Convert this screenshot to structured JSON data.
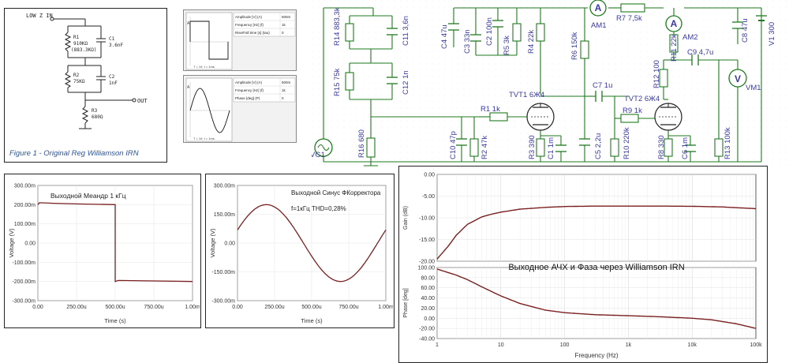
{
  "fig1": {
    "title": "Figure 1 - Original Reg Williamson IRN",
    "input_label": "LOW Z IN",
    "output_label": "OUT",
    "r1": [
      "R1",
      "910KΩ",
      "(883.3KΩ)"
    ],
    "c1": [
      "C1",
      "3.6nF"
    ],
    "r2": [
      "R2",
      "75KΩ"
    ],
    "c2": [
      "C2",
      "1nF"
    ],
    "r3": [
      "R3",
      "680Ω"
    ]
  },
  "generator_square": {
    "rows": [
      {
        "k": "Amplitude [V] (A)",
        "v": "500m"
      },
      {
        "k": "Frequency [Hz] (f)",
        "v": "1k"
      },
      {
        "k": "Rise/Fall time [s] (tau)",
        "v": "0"
      }
    ],
    "formula": "T = 1/f, t = 1ms"
  },
  "generator_sine": {
    "rows": [
      {
        "k": "Amplitude [V] (A)",
        "v": "500m"
      },
      {
        "k": "Frequency [Hz] (f)",
        "v": "1k"
      },
      {
        "k": "Phase [deg] (P)",
        "v": "0"
      }
    ],
    "formula": "T = 1/f, t = 1ms"
  },
  "schematic": {
    "labels": {
      "r14": "R14 883,3k",
      "c11": "C11 3,6n",
      "r15": "R15 75k",
      "c12": "C12 1n",
      "r16": "R16 680",
      "vg1": "VG1",
      "c4": "C4 47u",
      "c3": "C3 33n",
      "c2": "C2 100n",
      "r5": "R5 3k",
      "r4": "R4 22k",
      "r6": "R6 150k",
      "am1": "AM1",
      "r7": "R7 7,5k",
      "am2": "AM2",
      "c8": "C8 47u",
      "v1": "V1 300",
      "r11": "R11 22k",
      "c9": "C9 4,7u",
      "r12": "R12 100",
      "vm1": "VM1",
      "c7": "C7 1u",
      "tvt1": "TVT1 6Ж4",
      "tvt2": "TVT2 6Ж4",
      "r1": "R1 1k",
      "r9": "R9 1k",
      "c10": "C10 47p",
      "r2": "R2 47k",
      "r3": "R3 390",
      "c1": "C1 1m",
      "c5": "C5 2,2u",
      "r10": "R10 220k",
      "r8": "R8 330",
      "c6": "C6 1m",
      "r13": "R13 100k"
    }
  },
  "chart_data": [
    {
      "type": "line",
      "title": "Выходной Меандр 1 кГц",
      "xlabel": "Time (s)",
      "ylabel": "Voltage (V)",
      "xlim": [
        0,
        0.001
      ],
      "ylim": [
        -0.3,
        0.3
      ],
      "xticks": [
        "0.00",
        "250.00u",
        "500.00u",
        "750.00u",
        "1.00m"
      ],
      "yticks": [
        "300.00m",
        "200.00m",
        "100.00m",
        "0.00",
        "-100.00m",
        "-200.00m",
        "-300.00m"
      ],
      "x": [
        0,
        1e-05,
        0.0001,
        0.0003,
        0.0005,
        0.0005,
        0.00052,
        0.0007,
        0.001
      ],
      "y": [
        0.2,
        0.21,
        0.207,
        0.203,
        0.2,
        -0.2,
        -0.195,
        -0.197,
        -0.2
      ]
    },
    {
      "type": "line",
      "title": "Выходной Синус ФКорректора",
      "annotation": "f=1кГц    THD=0,28%",
      "xlabel": "Time (s)",
      "ylabel": "Voltage (V)",
      "xlim": [
        0,
        0.001
      ],
      "ylim": [
        -0.3,
        0.3
      ],
      "xticks": [
        "0.00",
        "250.00u",
        "500.00u",
        "750.00u",
        "1.00m"
      ],
      "yticks": [
        "300.00m",
        "150.00m",
        "0.00",
        "-150.00m",
        "-300.00m"
      ],
      "amplitude": 0.2,
      "phase_deg": 20,
      "frequency_hz": 1000
    },
    {
      "type": "line",
      "title": "Выходное АЧХ и Фаза через Williamson IRN",
      "xlabel": "Frequency (Hz)",
      "log_x": true,
      "xticks": [
        "1",
        "10",
        "100",
        "1k",
        "10k",
        "100k"
      ],
      "gain": {
        "ylabel": "Gain (dB)",
        "ylim": [
          -20,
          0
        ],
        "yticks": [
          "0.00",
          "-5.00",
          "-10.00",
          "-15.00",
          "-20.00"
        ],
        "x": [
          1,
          1.5,
          2,
          3,
          5,
          7,
          10,
          20,
          50,
          100,
          300,
          1000,
          3000,
          10000,
          30000,
          100000
        ],
        "y": [
          -19.5,
          -16.5,
          -14,
          -11.5,
          -9.8,
          -9.2,
          -8.7,
          -8.0,
          -7.6,
          -7.4,
          -7.3,
          -7.3,
          -7.3,
          -7.35,
          -7.5,
          -7.9
        ]
      },
      "phase": {
        "ylabel": "Phase [deg]",
        "ylim": [
          -40,
          100
        ],
        "yticks": [
          "100.00",
          "80.00",
          "60.00",
          "40.00",
          "20.00",
          "0.00",
          "-20.00",
          "-40.00"
        ],
        "x": [
          1,
          2,
          3,
          5,
          10,
          20,
          50,
          100,
          300,
          1000,
          3000,
          10000,
          20000,
          50000,
          100000
        ],
        "y": [
          97,
          85,
          76,
          62,
          44,
          29,
          16,
          11,
          7,
          5,
          3,
          0,
          -3,
          -11,
          -20
        ]
      }
    }
  ]
}
